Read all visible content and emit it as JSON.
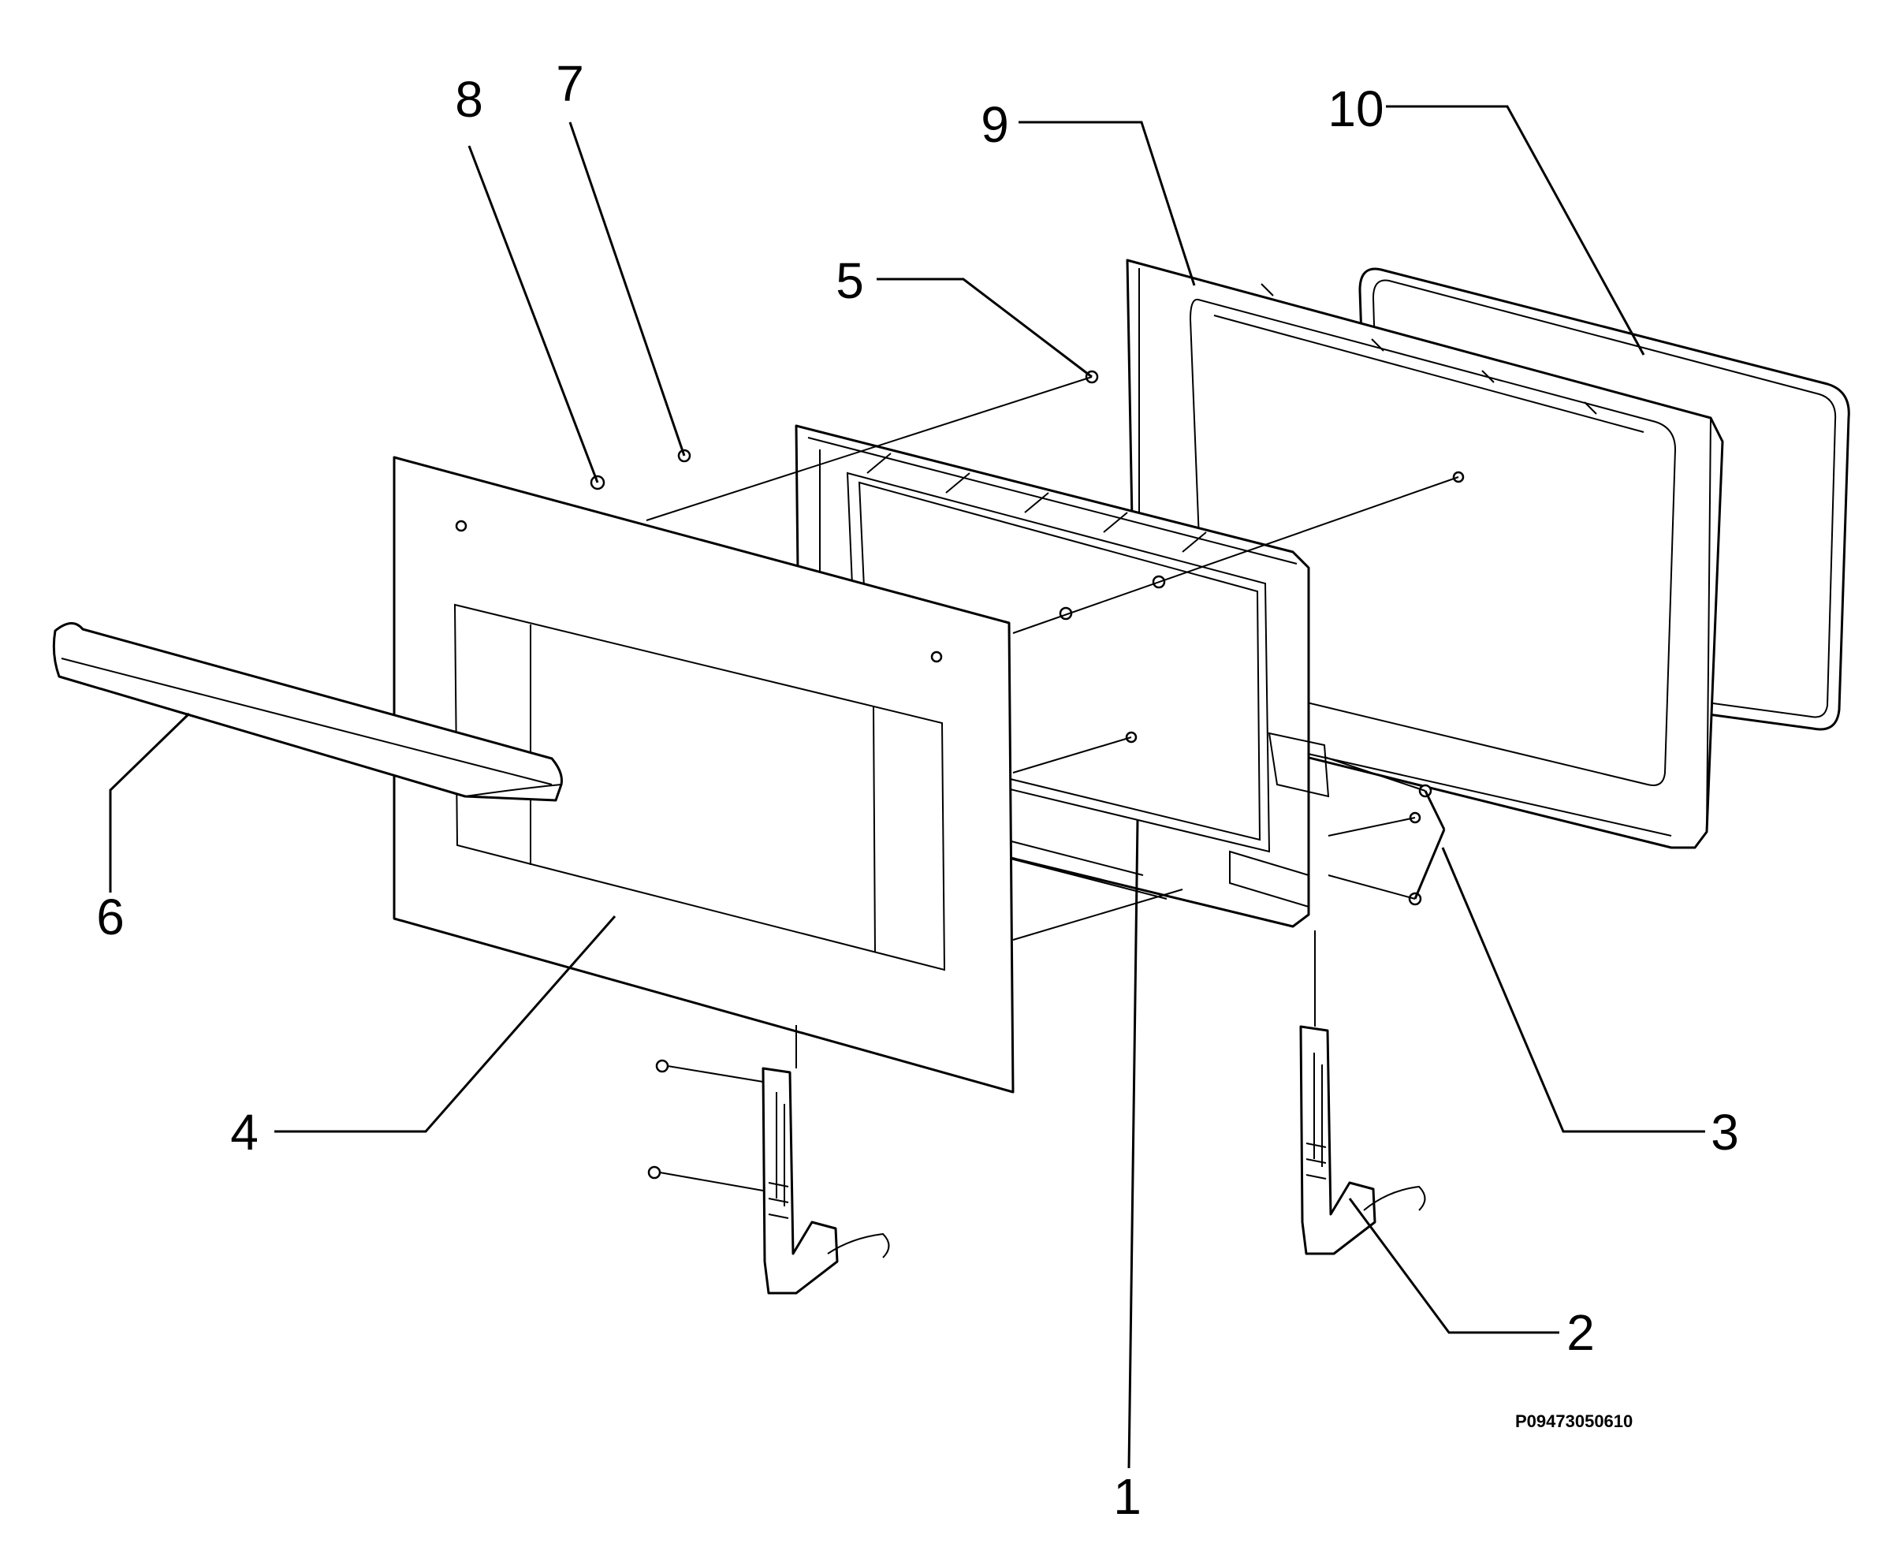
{
  "callouts": {
    "c1": "1",
    "c2": "2",
    "c3": "3",
    "c4": "4",
    "c5": "5",
    "c6": "6",
    "c7": "7",
    "c8": "8",
    "c9": "9",
    "c10": "10"
  },
  "drawing_code": "P09473050610"
}
